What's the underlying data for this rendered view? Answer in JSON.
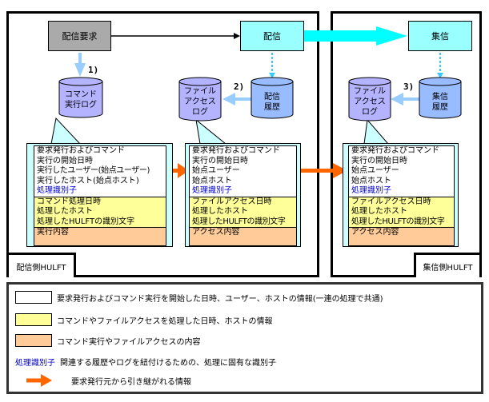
{
  "colors": {
    "request_box": "#aaaaaa",
    "transfer_box": "#99ffff",
    "log_cylinder": "#b3b3ff",
    "history_cylinder": "#99bbff",
    "callout": "#ccffff",
    "common_info": "#ffffff",
    "processing_info": "#ffff99",
    "content_info": "#ffcc99",
    "identifier_text": "#0000cc",
    "inherit_arrow": "#ff6600",
    "transfer_arrow": "#00ffff",
    "log_arrow": "#99ccff"
  },
  "sender": {
    "host_label": "配信側HULFT",
    "request_box": "配信要求",
    "send_box": "配信",
    "command_log": "コマンド\n実行ログ",
    "file_access_log": "ファイル\nアクセス\nログ",
    "send_history": "配信\n履歴",
    "step1": "1)",
    "step2": "2)"
  },
  "receiver": {
    "host_label": "集信側HULFT",
    "receive_box": "集信",
    "file_access_log": "ファイル\nアクセス\nログ",
    "receive_history": "集信\n履歴",
    "step3": "3)"
  },
  "panels": [
    {
      "common": [
        "要求発行およびコマンド",
        "実行の開始日時",
        "実行したユーザー(始点ユーザー)",
        "実行したホスト(始点ホスト)"
      ],
      "identifier": "処理識別子",
      "processing": [
        "コマンド処理日時",
        "処理したホスト",
        "処理したHULFTの識別文字"
      ],
      "content": "実行内容"
    },
    {
      "common": [
        "要求発行およびコマンド",
        "実行の開始日時",
        "始点ユーザー",
        "始点ホスト"
      ],
      "identifier": "処理識別子",
      "processing": [
        "ファイルアクセス日時",
        "処理したホスト",
        "処理したHULFTの識別文字"
      ],
      "content": "アクセス内容"
    },
    {
      "common": [
        "要求発行およびコマンド",
        "実行の開始日時",
        "始点ユーザー",
        "始点ホスト"
      ],
      "identifier": "処理識別子",
      "processing": [
        "ファイルアクセス日時",
        "処理したホスト",
        "処理したHULFTの識別文字"
      ],
      "content": "アクセス内容"
    }
  ],
  "legend": {
    "common": "要求発行およびコマンド実行を開始した日時、ユーザー、ホストの情報(一連の処理で共通)",
    "processing": "コマンドやファイルアクセスを処理した日時、ホストの情報",
    "content": "コマンド実行やファイルアクセスの内容",
    "identifier_key": "処理識別子",
    "identifier": "関連する履歴やログを紐付けるための、処理に固有な識別子",
    "inherit": "要求発行元から引き継がれる情報"
  }
}
